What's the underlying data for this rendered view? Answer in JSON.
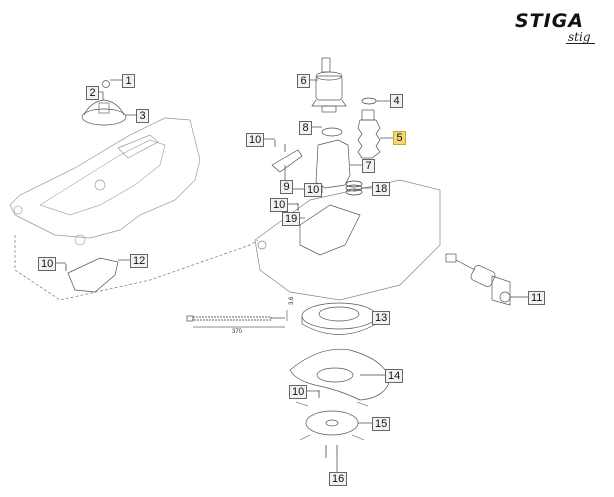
{
  "brand": {
    "logo": "STIGA",
    "sub_logo": "stig"
  },
  "diagram": {
    "title": "Exploded parts diagram",
    "highlight_color": "#f6d776",
    "labels": [
      {
        "id": "label-1",
        "text": "1",
        "part": "cap"
      },
      {
        "id": "label-2",
        "text": "2",
        "part": "screw"
      },
      {
        "id": "label-3",
        "text": "3",
        "part": "height-adjust-knob"
      },
      {
        "id": "label-4",
        "text": "4",
        "part": "o-ring"
      },
      {
        "id": "label-5",
        "text": "5",
        "part": "bellows",
        "highlighted": true
      },
      {
        "id": "label-6",
        "text": "6",
        "part": "lift-motor"
      },
      {
        "id": "label-7",
        "text": "7",
        "part": "motor-housing"
      },
      {
        "id": "label-8",
        "text": "8",
        "part": "gasket-ring"
      },
      {
        "id": "label-9",
        "text": "9",
        "part": "bracket"
      },
      {
        "id": "label-10a",
        "text": "10",
        "part": "screw"
      },
      {
        "id": "label-10b",
        "text": "10",
        "part": "screw"
      },
      {
        "id": "label-10c",
        "text": "10",
        "part": "screw"
      },
      {
        "id": "label-10d",
        "text": "10",
        "part": "screw"
      },
      {
        "id": "label-10e",
        "text": "10",
        "part": "screw"
      },
      {
        "id": "label-11",
        "text": "11",
        "part": "blade-motor"
      },
      {
        "id": "label-12",
        "text": "12",
        "part": "mount-plate"
      },
      {
        "id": "label-13",
        "text": "13",
        "part": "blade-guard-ring"
      },
      {
        "id": "label-14",
        "text": "14",
        "part": "blade-shield"
      },
      {
        "id": "label-15",
        "text": "15",
        "part": "blade-disc"
      },
      {
        "id": "label-16",
        "text": "16",
        "part": "blade-screws"
      },
      {
        "id": "label-18",
        "text": "18",
        "part": "spring"
      },
      {
        "id": "label-19",
        "text": "19",
        "part": "motor-mount"
      }
    ],
    "cable_tie": {
      "length_dimension": "370",
      "width_dimension": "3.6"
    }
  }
}
